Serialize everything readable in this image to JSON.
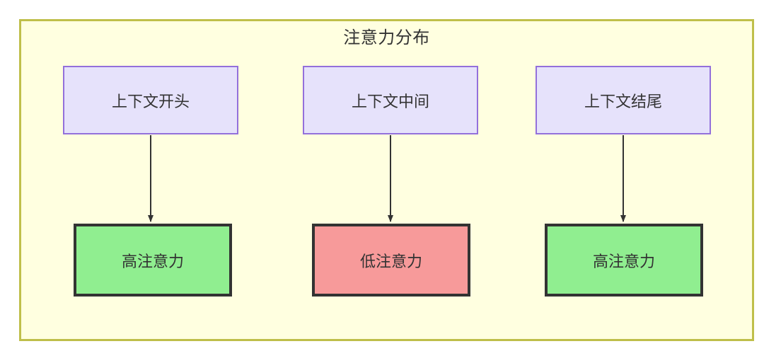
{
  "diagram": {
    "title": "注意力分布",
    "type": "flowchart",
    "colors": {
      "container_fill": "#ffffe0",
      "container_border": "#bfbf4a",
      "context_fill": "#e6e2fb",
      "context_border": "#9370db",
      "high_attention_fill": "#90ee90",
      "low_attention_fill": "#f79a9a",
      "node_border": "#333333",
      "text": "#333333",
      "edge": "#333333"
    },
    "columns": [
      {
        "context_label": "上下文开头",
        "attention_label": "高注意力",
        "attention_level": "high"
      },
      {
        "context_label": "上下文中间",
        "attention_label": "低注意力",
        "attention_level": "low"
      },
      {
        "context_label": "上下文结尾",
        "attention_label": "高注意力",
        "attention_level": "high"
      }
    ]
  }
}
